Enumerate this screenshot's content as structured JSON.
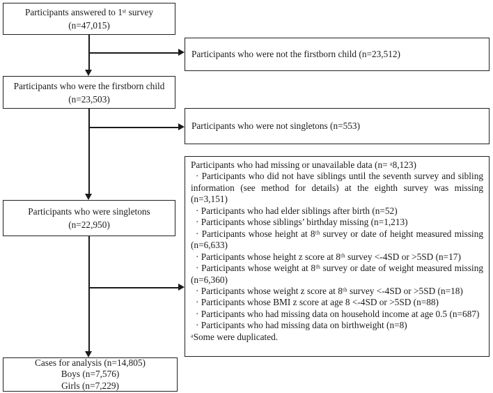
{
  "boxes": {
    "survey1": {
      "line1": "Participants answered to 1ˢᵗ survey",
      "line2": "(n=47,015)"
    },
    "not_firstborn": {
      "text": "Participants who were not the firstborn child (n=23,512)"
    },
    "firstborn": {
      "line1": "Participants who were the firstborn child",
      "line2": "(n=23,503)"
    },
    "not_singletons": {
      "text": "Participants who were not singletons (n=553)"
    },
    "singletons": {
      "line1": "Participants who were singletons",
      "line2": "(n=22,950)"
    },
    "missing_data": {
      "header": "Participants who had missing or unavailable data (n= ᵃ8,123)",
      "items": [
        "· Participants who did not have siblings until the seventh survey and sibling information (see method for details) at the eighth survey was missing (n=3,151)",
        "· Participants who had elder siblings after birth (n=52)",
        "· Participants whose siblings’ birthday missing (n=1,213)",
        "· Participants whose height at 8ᵗʰ survey or date of height measured missing (n=6,633)",
        "· Participants whose height z score at 8ᵗʰ survey <-4SD or >5SD (n=17)",
        "· Participants whose weight at 8ᵗʰ survey or date of weight measured missing (n=6,360)",
        "· Participants whose weight z score at 8ᵗʰ survey <-4SD or >5SD (n=18)",
        "· Participants whose BMI z score at age 8 <-4SD or >5SD (n=88)",
        "· Participants who had missing data on household income at age 0.5 (n=687)",
        "· Participants who had missing data on birthweight (n=8)"
      ],
      "footnote": "ᵃSome were duplicated."
    },
    "final": {
      "line1": "Cases for analysis (n=14,805)",
      "line2": "Boys (n=7,576)",
      "line3": "Girls (n=7,229)"
    }
  },
  "colors": {
    "line": "#1a1a1a",
    "text": "#1a1a1a",
    "background": "#ffffff"
  }
}
